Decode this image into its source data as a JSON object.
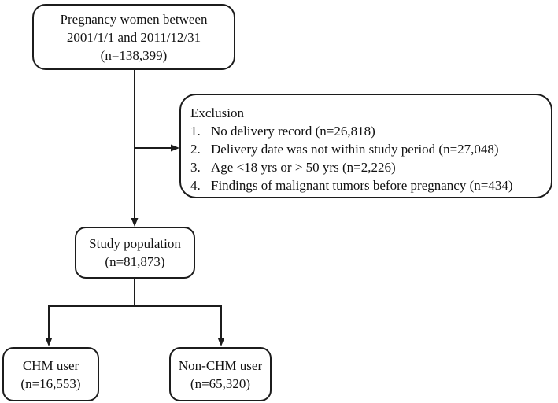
{
  "figure": {
    "type": "study-flowchart",
    "background": "#ffffff",
    "line_color": "#1c1c1c"
  },
  "nodes": {
    "source": {
      "lines": [
        "Pregnancy women between",
        "2001/1/1 and 2011/12/31",
        "(n=138,399)"
      ]
    },
    "exclusion": {
      "title": "Exclusion",
      "items": [
        {
          "num": "1.",
          "text": "No delivery record (n=26,818)"
        },
        {
          "num": "2.",
          "text": "Delivery date was not within study period (n=27,048)"
        },
        {
          "num": "3.",
          "text": "Age <18 yrs or > 50 yrs (n=2,226)"
        },
        {
          "num": "4.",
          "text": "Findings of malignant tumors before pregnancy (n=434)"
        }
      ]
    },
    "study": {
      "lines": [
        "Study population",
        "(n=81,873)"
      ]
    },
    "chm": {
      "lines": [
        "CHM user",
        "(n=16,553)"
      ]
    },
    "nonchm": {
      "lines": [
        "Non-CHM user",
        "(n=65,320)"
      ]
    }
  }
}
